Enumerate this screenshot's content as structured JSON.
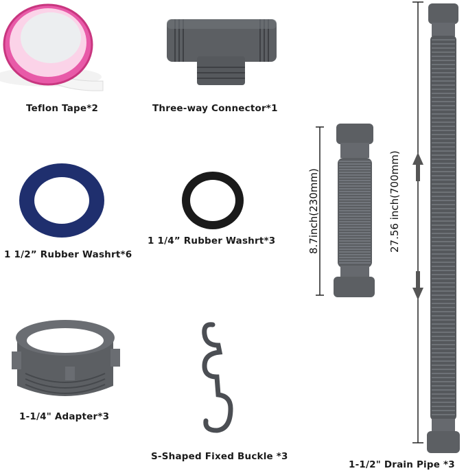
{
  "items": [
    {
      "caption": "Teflon Tape*2"
    },
    {
      "caption": "Three-way Connector*1"
    },
    {
      "caption": "1 1/2” Rubber Washrt*6"
    },
    {
      "caption": "1 1/4” Rubber Washrt*3"
    },
    {
      "caption": "1-1/4\" Adapter*3"
    },
    {
      "caption": "S-Shaped Fixed Buckle *3"
    },
    {
      "caption": "1-1/2\" Drain Pipe *3"
    }
  ],
  "dimensions": {
    "short_pipe": "8.7inch(230mm)",
    "long_pipe": "27.56 inch(700mm)"
  },
  "colors": {
    "plastic_gray": "#5c5f63",
    "washer_blue": "#1f2f6e",
    "washer_black": "#1a1a1a",
    "tape_pink": "#e85aa8"
  }
}
